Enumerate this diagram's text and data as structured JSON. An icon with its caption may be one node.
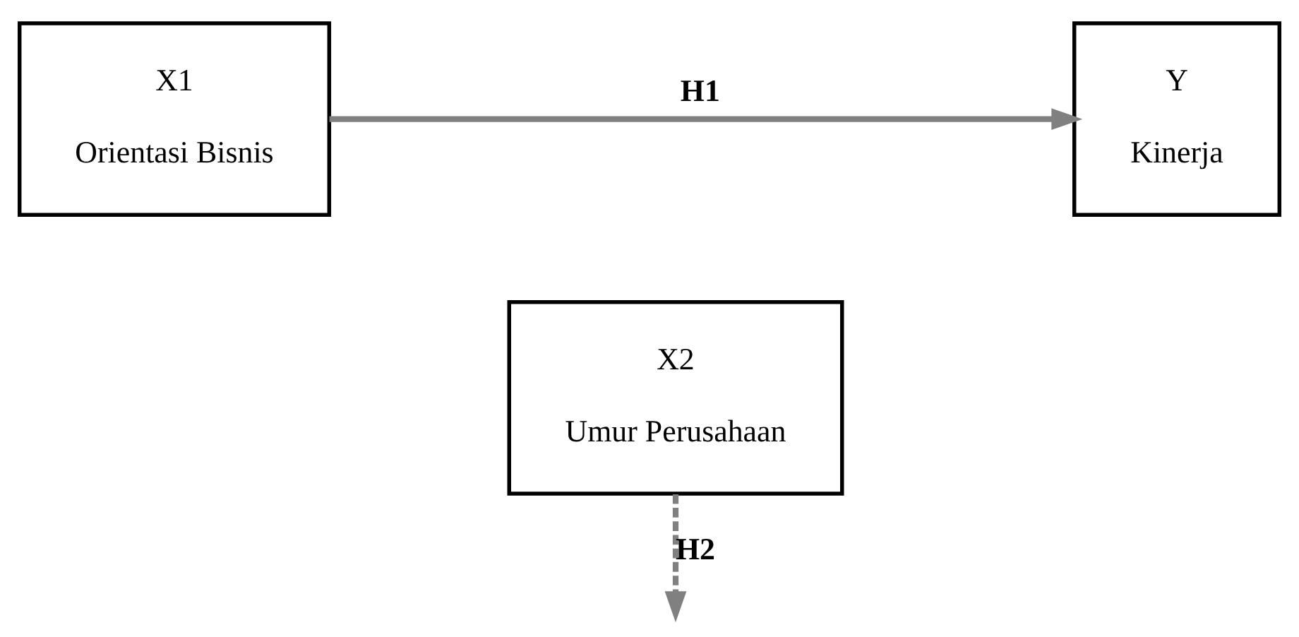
{
  "diagram": {
    "nodes": [
      {
        "text": [
          "X1",
          "Orientasi Bisnis"
        ]
      },
      {
        "text": [
          "Y",
          "Kinerja"
        ]
      },
      {
        "text": [
          "X2",
          "Umur Perusahaan"
        ]
      }
    ],
    "edges": [
      {
        "from": 0,
        "to": 1,
        "arrow": "to",
        "label": "H1"
      },
      {
        "from": 2,
        "to": null,
        "arrow": "to",
        "label": "H2",
        "style": "dashed"
      }
    ]
  }
}
